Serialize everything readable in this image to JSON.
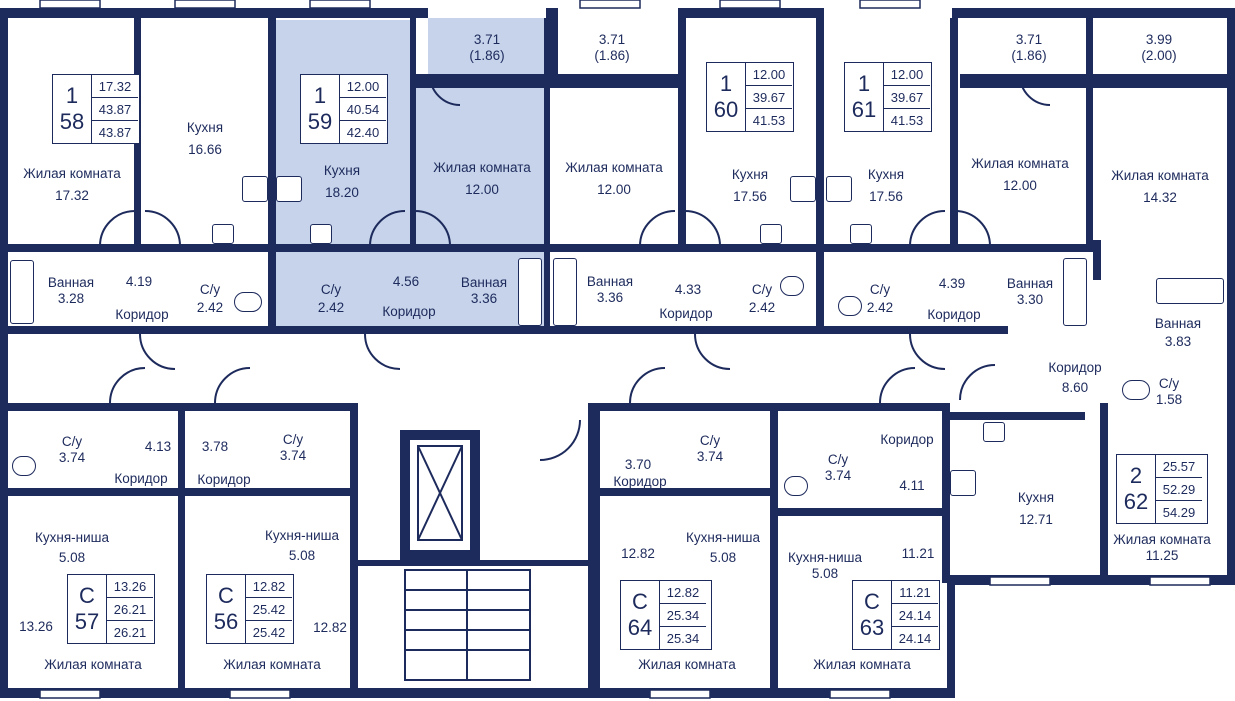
{
  "colors": {
    "wall": "#1d2a5c",
    "highlight": "#c6d3ea"
  },
  "units": [
    {
      "id": "58",
      "rooms": "1",
      "num": "58",
      "a": "17.32",
      "b": "43.87",
      "c": "43.87"
    },
    {
      "id": "59",
      "rooms": "1",
      "num": "59",
      "a": "12.00",
      "b": "40.54",
      "c": "42.40"
    },
    {
      "id": "60",
      "rooms": "1",
      "num": "60",
      "a": "12.00",
      "b": "39.67",
      "c": "41.53"
    },
    {
      "id": "61",
      "rooms": "1",
      "num": "61",
      "a": "12.00",
      "b": "39.67",
      "c": "41.53"
    },
    {
      "id": "62",
      "rooms": "2",
      "num": "62",
      "a": "25.57",
      "b": "52.29",
      "c": "54.29"
    },
    {
      "id": "57",
      "rooms": "С",
      "num": "57",
      "a": "13.26",
      "b": "26.21",
      "c": "26.21"
    },
    {
      "id": "56",
      "rooms": "С",
      "num": "56",
      "a": "12.82",
      "b": "25.42",
      "c": "25.42"
    },
    {
      "id": "64",
      "rooms": "С",
      "num": "64",
      "a": "12.82",
      "b": "25.34",
      "c": "25.34"
    },
    {
      "id": "63",
      "rooms": "С",
      "num": "63",
      "a": "11.21",
      "b": "24.14",
      "c": "24.14"
    }
  ],
  "labels": {
    "l1": "Жилая комната",
    "l1v": "17.32",
    "l2": "Кухня",
    "l2v": "16.66",
    "l3": "Кухня",
    "l3v": "18.20",
    "l4": "Жилая комната",
    "l4v": "12.00",
    "l5": "Жилая комната",
    "l5v": "12.00",
    "l6": "Кухня",
    "l6v": "17.56",
    "l7": "Кухня",
    "l7v": "17.56",
    "l8": "Жилая комната",
    "l8v": "12.00",
    "l9": "Жилая комната",
    "l9v": "14.32",
    "b1": "3.71",
    "b1b": "(1.86)",
    "b2": "3.71",
    "b2b": "(1.86)",
    "b3": "3.71",
    "b3b": "(1.86)",
    "b4": "3.99",
    "b4b": "(2.00)",
    "r1": "Ванная",
    "r1v": "3.28",
    "r2": "4.19",
    "r3": "С/у",
    "r3v": "2.42",
    "r4": "Коридор",
    "r5": "С/у",
    "r5v": "2.42",
    "r6": "4.56",
    "r7": "Ванная",
    "r7v": "3.36",
    "r8": "Коридор",
    "r9": "Ванная",
    "r9v": "3.36",
    "r10": "4.33",
    "r11": "С/у",
    "r11v": "2.42",
    "r12": "Коридор",
    "r13": "С/у",
    "r13v": "2.42",
    "r14": "4.39",
    "r15": "Ванная",
    "r15v": "3.30",
    "r16": "Коридор",
    "r17": "Ванная",
    "r17v": "3.83",
    "r18": "Коридор",
    "r18v": "8.60",
    "r19": "С/у",
    "r19v": "1.58",
    "s1": "С/у",
    "s1v": "3.74",
    "s2": "4.13",
    "s3": "Коридор",
    "s4": "3.78",
    "s5": "С/у",
    "s5v": "3.74",
    "s6": "Коридор",
    "s7": "3.70",
    "s8": "С/у",
    "s8v": "3.74",
    "s9": "Коридор",
    "s10": "С/у",
    "s10v": "3.74",
    "s11": "Коридор",
    "s12": "4.11",
    "k1": "Кухня",
    "k1v": "12.71",
    "k2": "Жилая комната",
    "k2v": "11.25",
    "n1": "Кухня-ниша",
    "n1v": "5.08",
    "n2": "Кухня-ниша",
    "n2v": "5.08",
    "n3": "Кухня-ниша",
    "n3v": "5.08",
    "n4": "Кухня-ниша",
    "n4v": "5.08",
    "v1": "13.26",
    "v2": "12.82",
    "v3": "12.82",
    "v4": "11.21",
    "z1": "Жилая комната",
    "z2": "Жилая комната",
    "z3": "Жилая комната",
    "z4": "Жилая комната"
  }
}
